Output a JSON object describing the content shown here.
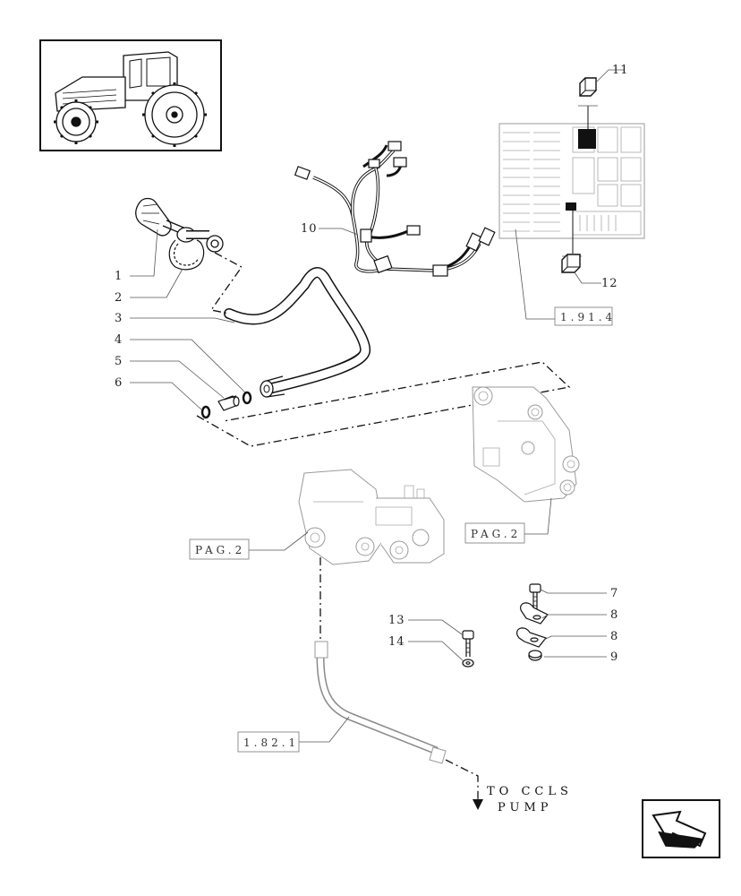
{
  "callouts": {
    "c1": "1",
    "c2": "2",
    "c3": "3",
    "c4": "4",
    "c5": "5",
    "c6": "6",
    "c7": "7",
    "c8a": "8",
    "c8b": "8",
    "c9": "9",
    "c10": "10",
    "c11": "11",
    "c12": "12",
    "c13": "13",
    "c14": "14"
  },
  "references": {
    "ref_fusebox": "1.91.4",
    "ref_valve_right": "PAG.2",
    "ref_valve_left": "PAG.2",
    "ref_pipe": "1.82.1"
  },
  "destination": {
    "line1": "TO CCLS",
    "line2": "PUMP"
  },
  "icons": {
    "thumbnail": "tractor-icon",
    "navigation": "next-page-arrow-icon"
  },
  "colors": {
    "ink": "#111111",
    "ghost": "#9a9a9a",
    "paper": "#ffffff"
  }
}
